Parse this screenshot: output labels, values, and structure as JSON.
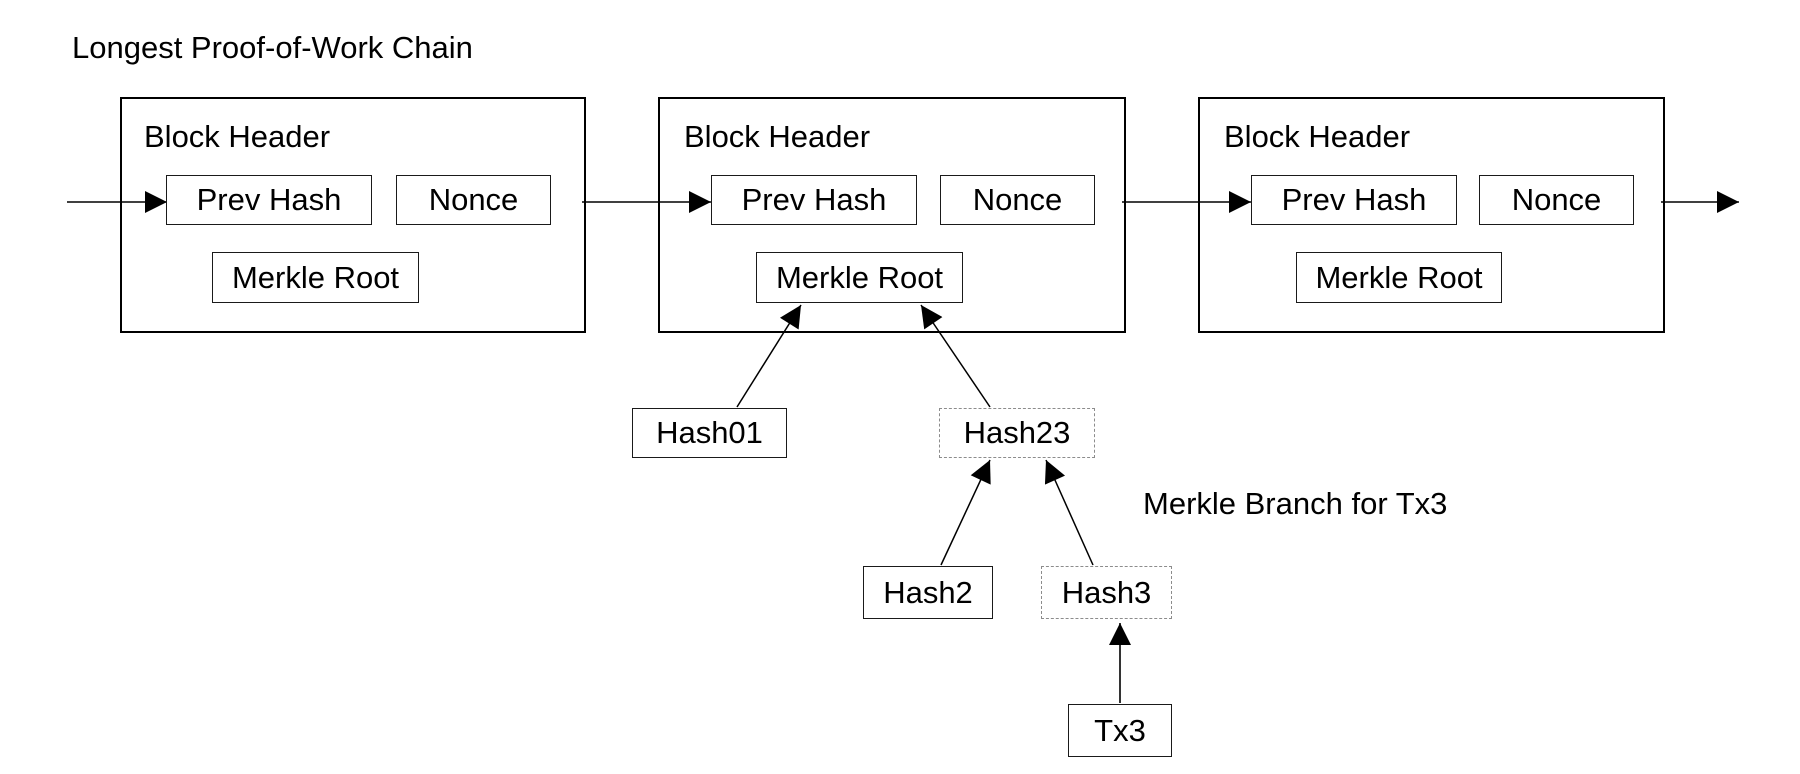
{
  "annotations": {
    "title": "Longest Proof-of-Work Chain",
    "merkle_branch": "Merkle Branch for Tx3"
  },
  "blocks": [
    {
      "header_label": "Block Header",
      "prev_hash": "Prev Hash",
      "nonce": "Nonce",
      "merkle_root": "Merkle Root"
    },
    {
      "header_label": "Block Header",
      "prev_hash": "Prev Hash",
      "nonce": "Nonce",
      "merkle_root": "Merkle Root"
    },
    {
      "header_label": "Block Header",
      "prev_hash": "Prev Hash",
      "nonce": "Nonce",
      "merkle_root": "Merkle Root"
    }
  ],
  "tree": {
    "hash01": "Hash01",
    "hash23": "Hash23",
    "hash2": "Hash2",
    "hash3": "Hash3",
    "tx3": "Tx3"
  },
  "colors": {
    "background": "#ffffff",
    "line": "#000000",
    "text": "#000000",
    "dashed_border": "#8c8c8c"
  }
}
